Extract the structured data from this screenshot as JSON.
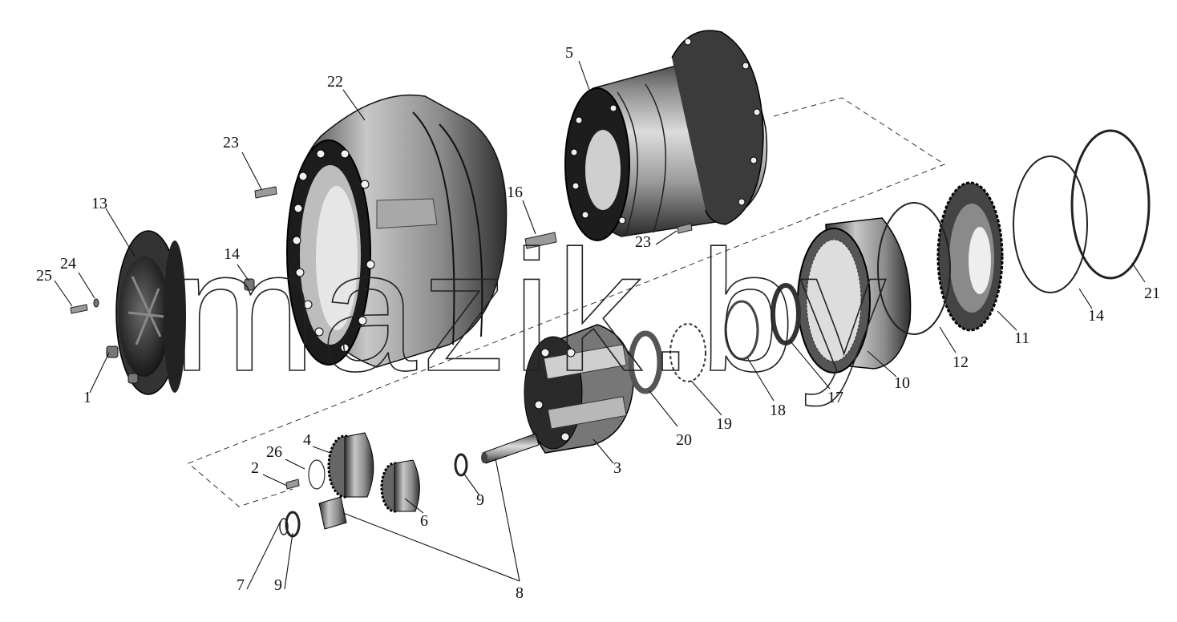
{
  "watermark": "mazik.by",
  "corner_mark": "",
  "parts": [
    {
      "id": "p1",
      "label": "1"
    },
    {
      "id": "p2",
      "label": "2"
    },
    {
      "id": "p3",
      "label": "3"
    },
    {
      "id": "p4",
      "label": "4"
    },
    {
      "id": "p5",
      "label": "5"
    },
    {
      "id": "p6",
      "label": "6"
    },
    {
      "id": "p7",
      "label": "7"
    },
    {
      "id": "p8",
      "label": "8"
    },
    {
      "id": "p9a",
      "label": "9"
    },
    {
      "id": "p9b",
      "label": "9"
    },
    {
      "id": "p10",
      "label": "10"
    },
    {
      "id": "p11",
      "label": "11"
    },
    {
      "id": "p12",
      "label": "12"
    },
    {
      "id": "p13",
      "label": "13"
    },
    {
      "id": "p14a",
      "label": "14"
    },
    {
      "id": "p14b",
      "label": "14"
    },
    {
      "id": "p16",
      "label": "16"
    },
    {
      "id": "p17",
      "label": "17"
    },
    {
      "id": "p18",
      "label": "18"
    },
    {
      "id": "p19",
      "label": "19"
    },
    {
      "id": "p20",
      "label": "20"
    },
    {
      "id": "p21",
      "label": "21"
    },
    {
      "id": "p22",
      "label": "22"
    },
    {
      "id": "p23a",
      "label": "23"
    },
    {
      "id": "p23b",
      "label": "23"
    },
    {
      "id": "p24",
      "label": "24"
    },
    {
      "id": "p25",
      "label": "25"
    },
    {
      "id": "p26",
      "label": "26"
    }
  ]
}
